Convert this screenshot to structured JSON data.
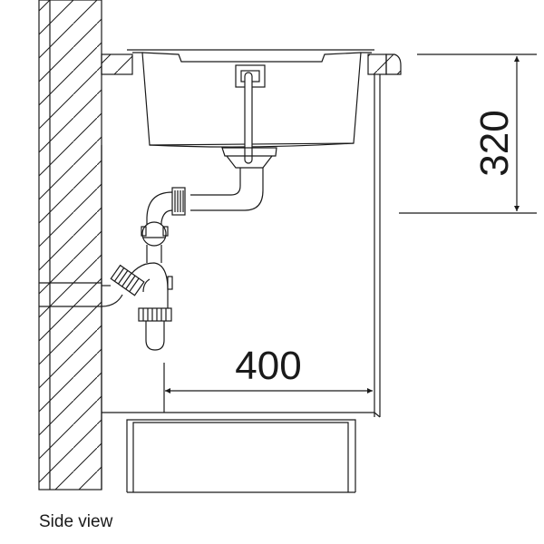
{
  "diagram": {
    "title": "Side view",
    "view": "side",
    "dimensions": {
      "height": {
        "label": "320",
        "orientation": "vertical"
      },
      "width": {
        "label": "400",
        "orientation": "horizontal"
      }
    },
    "components": [
      "wall",
      "countertop",
      "sink-basin",
      "overflow-pipe",
      "drain-outlet",
      "siphon-trap",
      "cabinet",
      "drawer"
    ],
    "colors": {
      "stroke": "#1a1a1a",
      "background": "#ffffff"
    }
  }
}
